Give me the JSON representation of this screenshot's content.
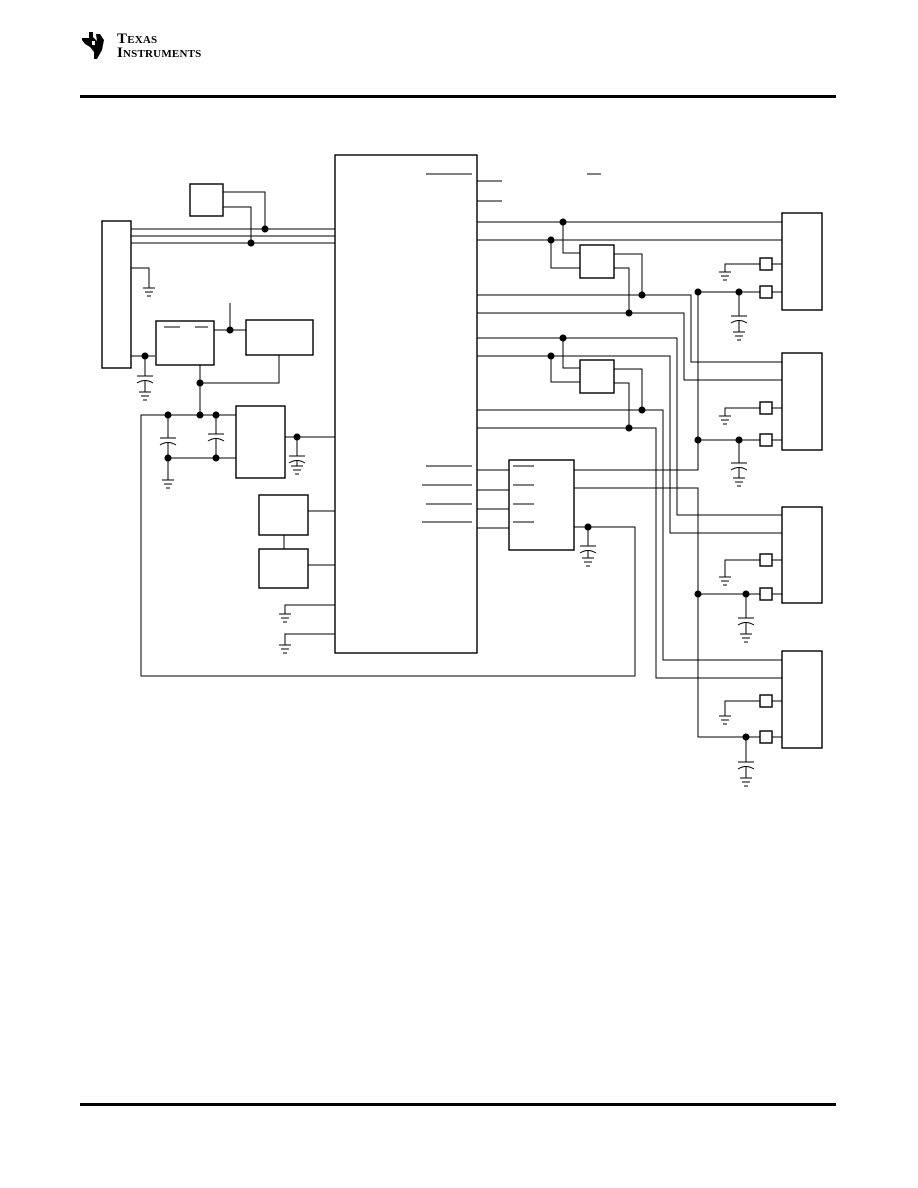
{
  "header": {
    "logo": {
      "icon": "ti-state-logo-icon",
      "line1": "Texas",
      "line2": "Instruments"
    }
  },
  "figure": {
    "kind": "schematic",
    "labels_visible": false
  },
  "colors": {
    "ink": "#000000",
    "paper": "#ffffff"
  }
}
